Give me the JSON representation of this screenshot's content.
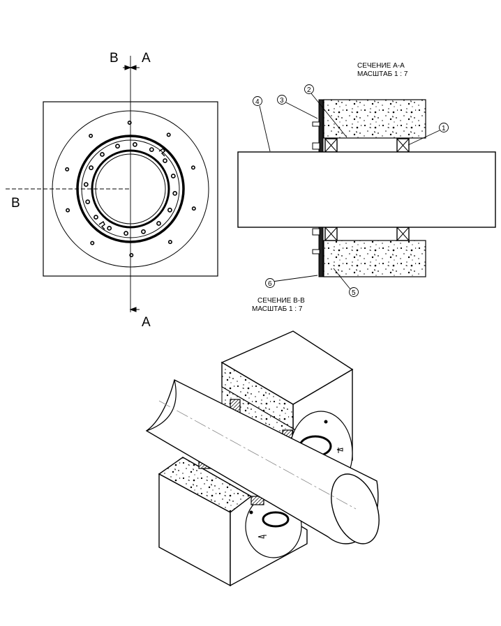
{
  "plan_view": {
    "section_marks": {
      "b_top": "B",
      "a_top": "A",
      "b_left": "B",
      "a_bottom": "A"
    }
  },
  "section_aa": {
    "title": "СЕЧЕНИЕ А-А",
    "scale": "МАСШТАБ 1 : 7",
    "callouts": [
      "1",
      "2",
      "3",
      "4",
      "5",
      "6"
    ]
  },
  "section_bb": {
    "title": "СЕЧЕНИЕ В-В",
    "scale": "МАСШТАБ 1 : 7"
  }
}
